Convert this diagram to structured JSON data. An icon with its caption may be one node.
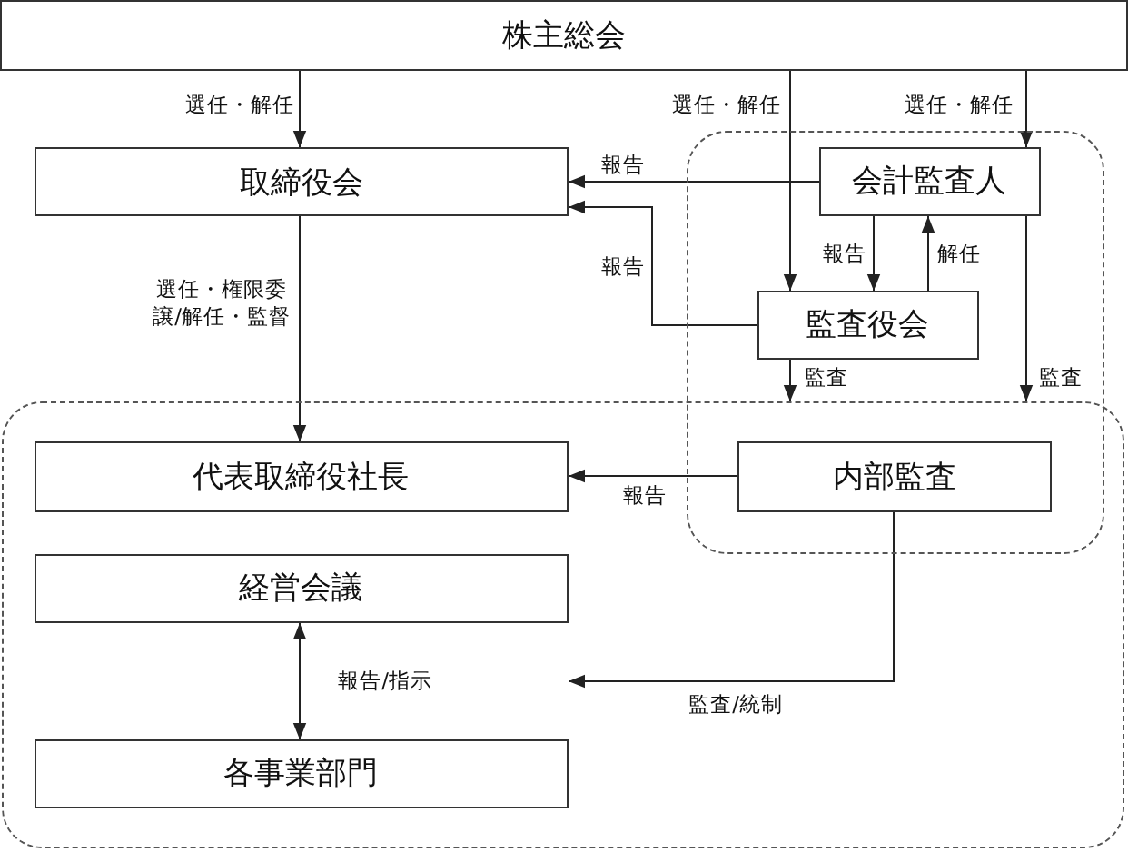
{
  "diagram": {
    "nodes": [
      {
        "text": [
          "株主総会"
        ]
      },
      {
        "text": [],
        "shape": "box"
      },
      {
        "text": [
          "取締役会"
        ]
      },
      {
        "text": [
          "会計監査人"
        ],
        "in": 1
      },
      {
        "text": [
          "監査役会"
        ],
        "in": 1
      },
      {
        "text": [],
        "shape": "box"
      },
      {
        "text": [
          "代表取締役社長"
        ],
        "in": 5
      },
      {
        "text": [
          "内部監査"
        ]
      },
      {
        "text": [
          "経営会議"
        ],
        "in": 5
      },
      {
        "text": [
          "各事業部門"
        ],
        "in": 5
      }
    ],
    "edges": [
      {
        "from": 0,
        "to": 2,
        "arrow": "to",
        "label": "選任・解任"
      },
      {
        "from": 0,
        "to": 4,
        "arrow": "to",
        "label": "選任・解任"
      },
      {
        "from": 0,
        "to": 3,
        "arrow": "to",
        "label": "選任・解任"
      },
      {
        "from": 3,
        "to": 2,
        "arrow": "to",
        "label": "報告"
      },
      {
        "from": 4,
        "to": 2,
        "arrow": "to",
        "label": "報告"
      },
      {
        "from": 3,
        "to": 4,
        "arrow": "to",
        "label": "報告"
      },
      {
        "from": 4,
        "to": 3,
        "arrow": "to",
        "label": "解任"
      },
      {
        "from": 2,
        "to": 6,
        "arrow": "to",
        "label": "選任・権限委譲/解任・監督"
      },
      {
        "from": 4,
        "to": 5,
        "arrow": "to",
        "label": "監査"
      },
      {
        "from": 3,
        "to": 5,
        "arrow": "to",
        "label": "監査"
      },
      {
        "from": 7,
        "to": 6,
        "arrow": "to",
        "label": "報告"
      },
      {
        "from": 7,
        "to": null,
        "arrow": "to",
        "label": "監査/統制"
      },
      {
        "from": 8,
        "to": 9,
        "arrow": "both",
        "label": "報告/指示"
      }
    ]
  }
}
